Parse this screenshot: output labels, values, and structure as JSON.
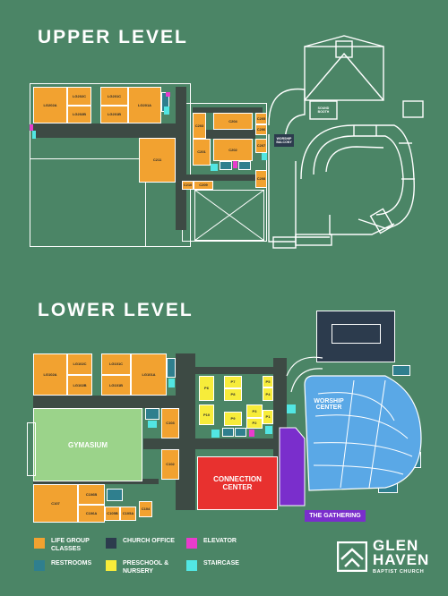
{
  "upper": {
    "title": "UPPER LEVEL",
    "rooms": {
      "lg202a": "LG202A",
      "lg202c": "LG202C",
      "lg202b": "LG202B",
      "lg201c": "LG201C",
      "lg201b": "LG201B",
      "lg201a": "LG201A",
      "c211": "C211",
      "c203": "C203",
      "c204": "C204",
      "c205": "C205",
      "c206": "C206",
      "c207": "C207",
      "c202": "C202",
      "c201": "C201",
      "c208": "C208",
      "c210": "C210",
      "c209": "C209",
      "worship_balcony": "WORSHIP BALCONY",
      "sound_booth": "SOUND BOOTH"
    }
  },
  "lower": {
    "title": "LOWER LEVEL",
    "rooms": {
      "lg102a": "LG102A",
      "lg102c": "LG102C",
      "lg102b": "LG102B",
      "lg101c": "LG101C",
      "lg101b": "LG101B",
      "lg101a": "LG101A",
      "gymnasium": "GYMASIUM",
      "c103": "C103",
      "c102": "C102",
      "c107": "C107",
      "c106b": "C106B",
      "c106a": "C106A",
      "c105b": "C105B",
      "c105a": "C105A",
      "c104": "C104",
      "p6": "P6",
      "p7": "P7",
      "p8": "P8",
      "p5": "P5",
      "p4": "P4",
      "p10": "P10",
      "p9": "P9",
      "p3": "P3",
      "p2": "P2",
      "p1": "P1",
      "connection_center": "CONNECTION CENTER",
      "worship_center": "WORSHIP CENTER",
      "the_gathering": "THE GATHERING"
    }
  },
  "legend": [
    {
      "label": "LIFE GROUP CLASSES",
      "color": "#f2a230"
    },
    {
      "label": "CHURCH OFFICE",
      "color": "#2c3b4d"
    },
    {
      "label": "ELEVATOR",
      "color": "#e83ccc"
    },
    {
      "label": "RESTROOMS",
      "color": "#2f7f8e"
    },
    {
      "label": "PRESCHOOL & NURSERY",
      "color": "#f7ec3a"
    },
    {
      "label": "STAIRCASE",
      "color": "#52e6e3"
    }
  ],
  "logo": {
    "line1": "GLEN",
    "line2": "HAVEN",
    "line3": "BAPTIST CHURCH"
  },
  "colors": {
    "background": "#4b8566",
    "connection_center": "#e8312f",
    "worship_center": "#5aa8e6",
    "the_gathering": "#7a2ecc",
    "gymnasium": "#9bd38a"
  }
}
